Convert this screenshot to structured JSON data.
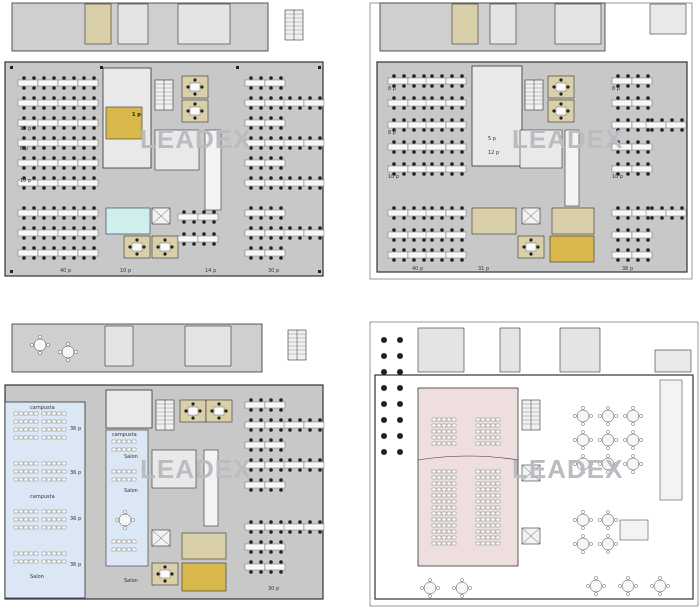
{
  "watermark": "LEADEX",
  "colors": {
    "floor": "#c8c8c8",
    "wall": "#3a3a3a",
    "desk": "#f7f7f7",
    "chair": "#222222",
    "core": "#e9e9e9",
    "room_tan": "#d9cfa8",
    "room_yellow": "#d8b84a",
    "room_blue": "#dbe7f4",
    "room_pink": "#efdede",
    "room_teal": "#cfeeee"
  },
  "plans": [
    {
      "id": "plan-1",
      "labels": [
        "40 p",
        "10 p",
        "14 p",
        "30 p",
        "1 p",
        "10 p",
        "8 p",
        "10 p"
      ]
    },
    {
      "id": "plan-2",
      "labels": [
        "40 p",
        "31 p",
        "36 p",
        "8 p",
        "8 p",
        "10 p",
        "8 p",
        "10 p",
        "5 p",
        "12 p"
      ]
    },
    {
      "id": "plan-3",
      "labels": [
        "campusta",
        "36 p",
        "36 p",
        "campusta",
        "36 p",
        "Salon",
        "36 p",
        "campusta",
        "Salon",
        "Salon",
        "Salon",
        "30 p"
      ]
    },
    {
      "id": "plan-4",
      "labels": []
    }
  ]
}
